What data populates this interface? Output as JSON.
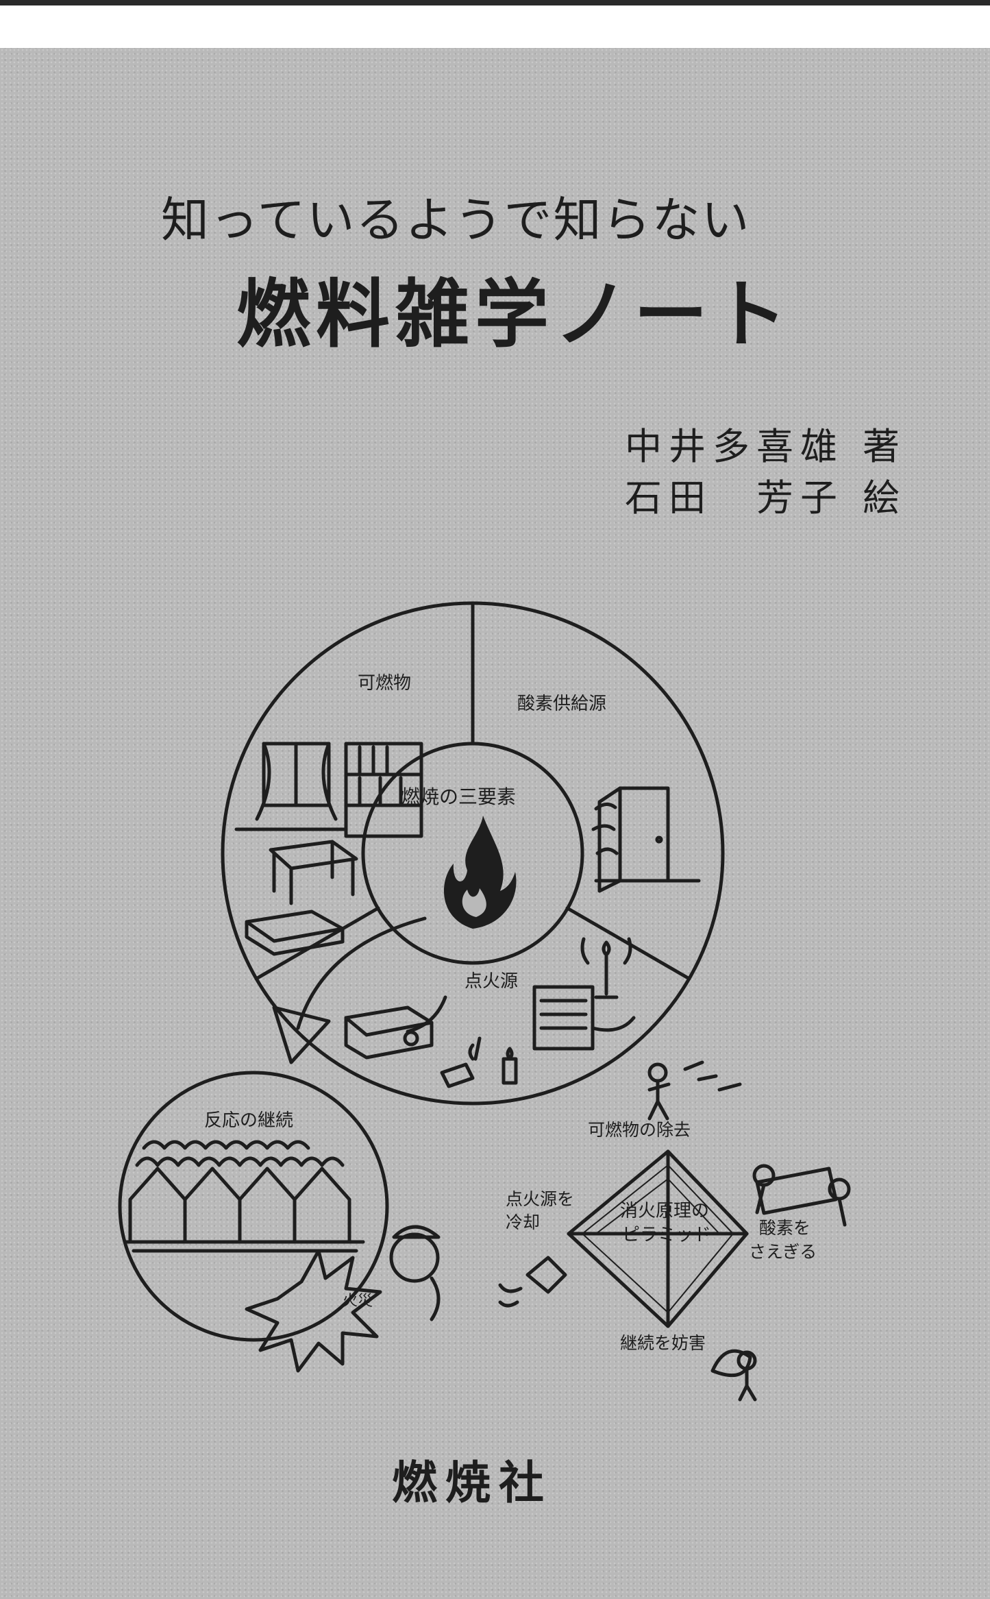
{
  "cover": {
    "subtitle": "知っているようで知らない",
    "title": "燃料雑学ノート",
    "author": "中井多喜雄 著",
    "illustrator": "石田　芳子 絵",
    "publisher": "燃焼社"
  },
  "diagram": {
    "center_label": "燃焼の三要素",
    "segment_fuel": "可燃物",
    "segment_oxygen": "酸素供給源",
    "segment_ignition": "点火源",
    "reaction_label": "反応の継続",
    "fire_label": "火災",
    "pyramid_title_line1": "消火原理の",
    "pyramid_title_line2": "ピラミッド",
    "pyramid_top": "可燃物の除去",
    "pyramid_left_line1": "点火源を",
    "pyramid_left_line2": "冷却",
    "pyramid_right_line1": "酸素を",
    "pyramid_right_line2": "さえぎる",
    "pyramid_bottom": "継続を妨害"
  }
}
